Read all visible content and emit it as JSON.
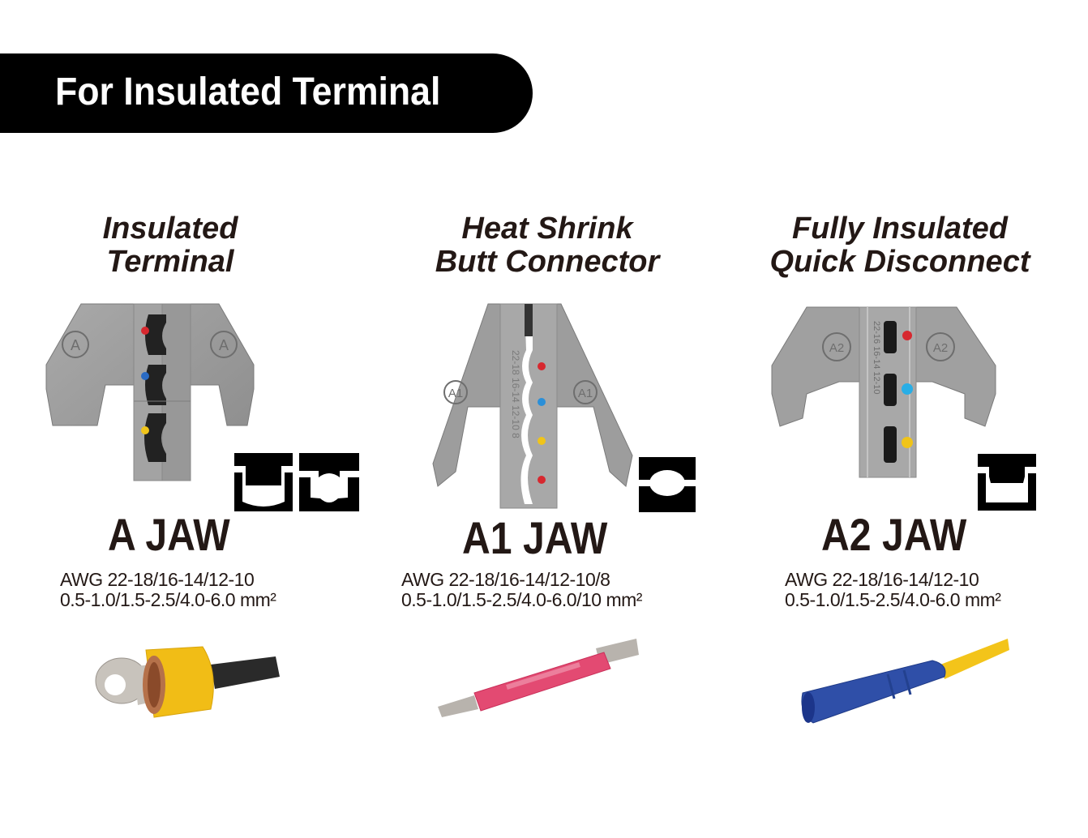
{
  "banner": {
    "title": "For Insulated Terminal"
  },
  "products": [
    {
      "title_line1": "Insulated",
      "title_line2": "Terminal",
      "jaw_label": "A JAW",
      "jaw_stamp": "A",
      "awg": "AWG 22-18/16-14/12-10",
      "mm2": "0.5-1.0/1.5-2.5/4.0-6.0 mm²",
      "color_dots": [
        "#d7282f",
        "#2a6bc4",
        "#f0c419"
      ],
      "profile_icons": [
        "crimp-profile-oval",
        "crimp-profile-double-bump"
      ],
      "terminal": "yellow-ring-terminal"
    },
    {
      "title_line1": "Heat Shrink",
      "title_line2": "Butt Connector",
      "jaw_label": "A1 JAW",
      "jaw_stamp": "A1",
      "awg": "AWG 22-18/16-14/12-10/8",
      "mm2": "0.5-1.0/1.5-2.5/4.0-6.0/10 mm²",
      "jaw_engraving": "22-18 16-14 12-10 8",
      "color_dots": [
        "#d7282f",
        "#2a8fd8",
        "#f0c419",
        "#d7282f"
      ],
      "profile_icons": [
        "crimp-profile-round"
      ],
      "terminal": "red-heat-shrink-butt-connector"
    },
    {
      "title_line1": "Fully Insulated",
      "title_line2": "Quick Disconnect",
      "jaw_label": "A2 JAW",
      "jaw_stamp": "A2",
      "awg": "AWG 22-18/16-14/12-10",
      "mm2": "0.5-1.0/1.5-2.5/4.0-6.0 mm²",
      "jaw_engraving": "22-16 16-14 12-10",
      "color_dots": [
        "#d7282f",
        "#29aee6",
        "#f0c419"
      ],
      "profile_icons": [
        "crimp-profile-square"
      ],
      "terminal": "blue-quick-disconnect"
    }
  ]
}
